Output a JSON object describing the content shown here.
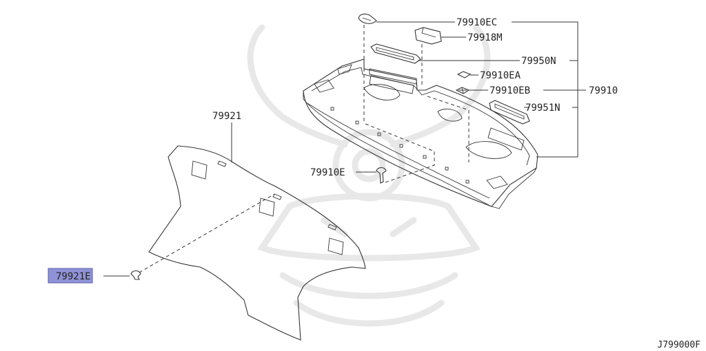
{
  "callouts": {
    "p79910EC": "79910EC",
    "p79918M": "79918M",
    "p79950N": "79950N",
    "p79910EA": "79910EA",
    "p79910EB": "79910EB",
    "p79910": "79910",
    "p79951N": "79951N",
    "p79921": "79921",
    "p79910E": "79910E",
    "p79921E": "79921E"
  },
  "diagram_code": "J799000F",
  "colors": {
    "line": "#333333",
    "highlight": "#8f92d6",
    "watermark": "#e6e6e6"
  }
}
